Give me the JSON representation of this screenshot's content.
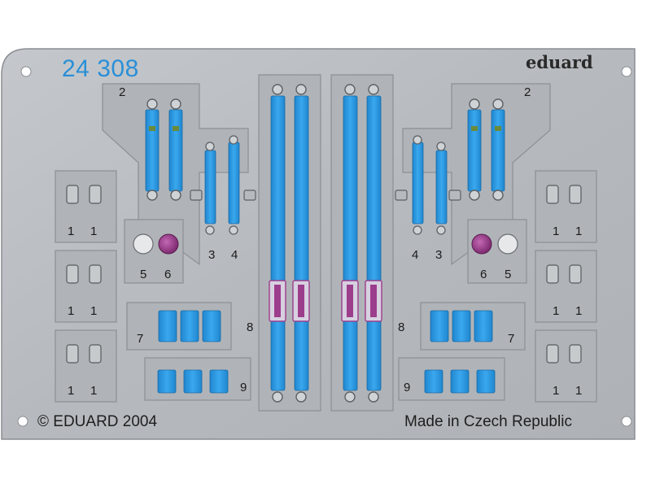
{
  "sheet": {
    "product_number": "24 308",
    "brand": "eduard",
    "copyright": "© EDUARD 2004",
    "origin": "Made in Czech Republic"
  },
  "part_numbers": {
    "p1": "1",
    "p2": "2",
    "p3": "3",
    "p4": "4",
    "p5": "5",
    "p6": "6",
    "p7": "7",
    "p8": "8",
    "p9": "9"
  },
  "colors": {
    "fret_metal": "#b8bcc0",
    "background": "#ffffff",
    "strap_blue": "#2e9be3",
    "accent_pink": "#9c3d8c",
    "number_blue": "#2a8fd8",
    "text_dark": "#1e1e1e"
  }
}
